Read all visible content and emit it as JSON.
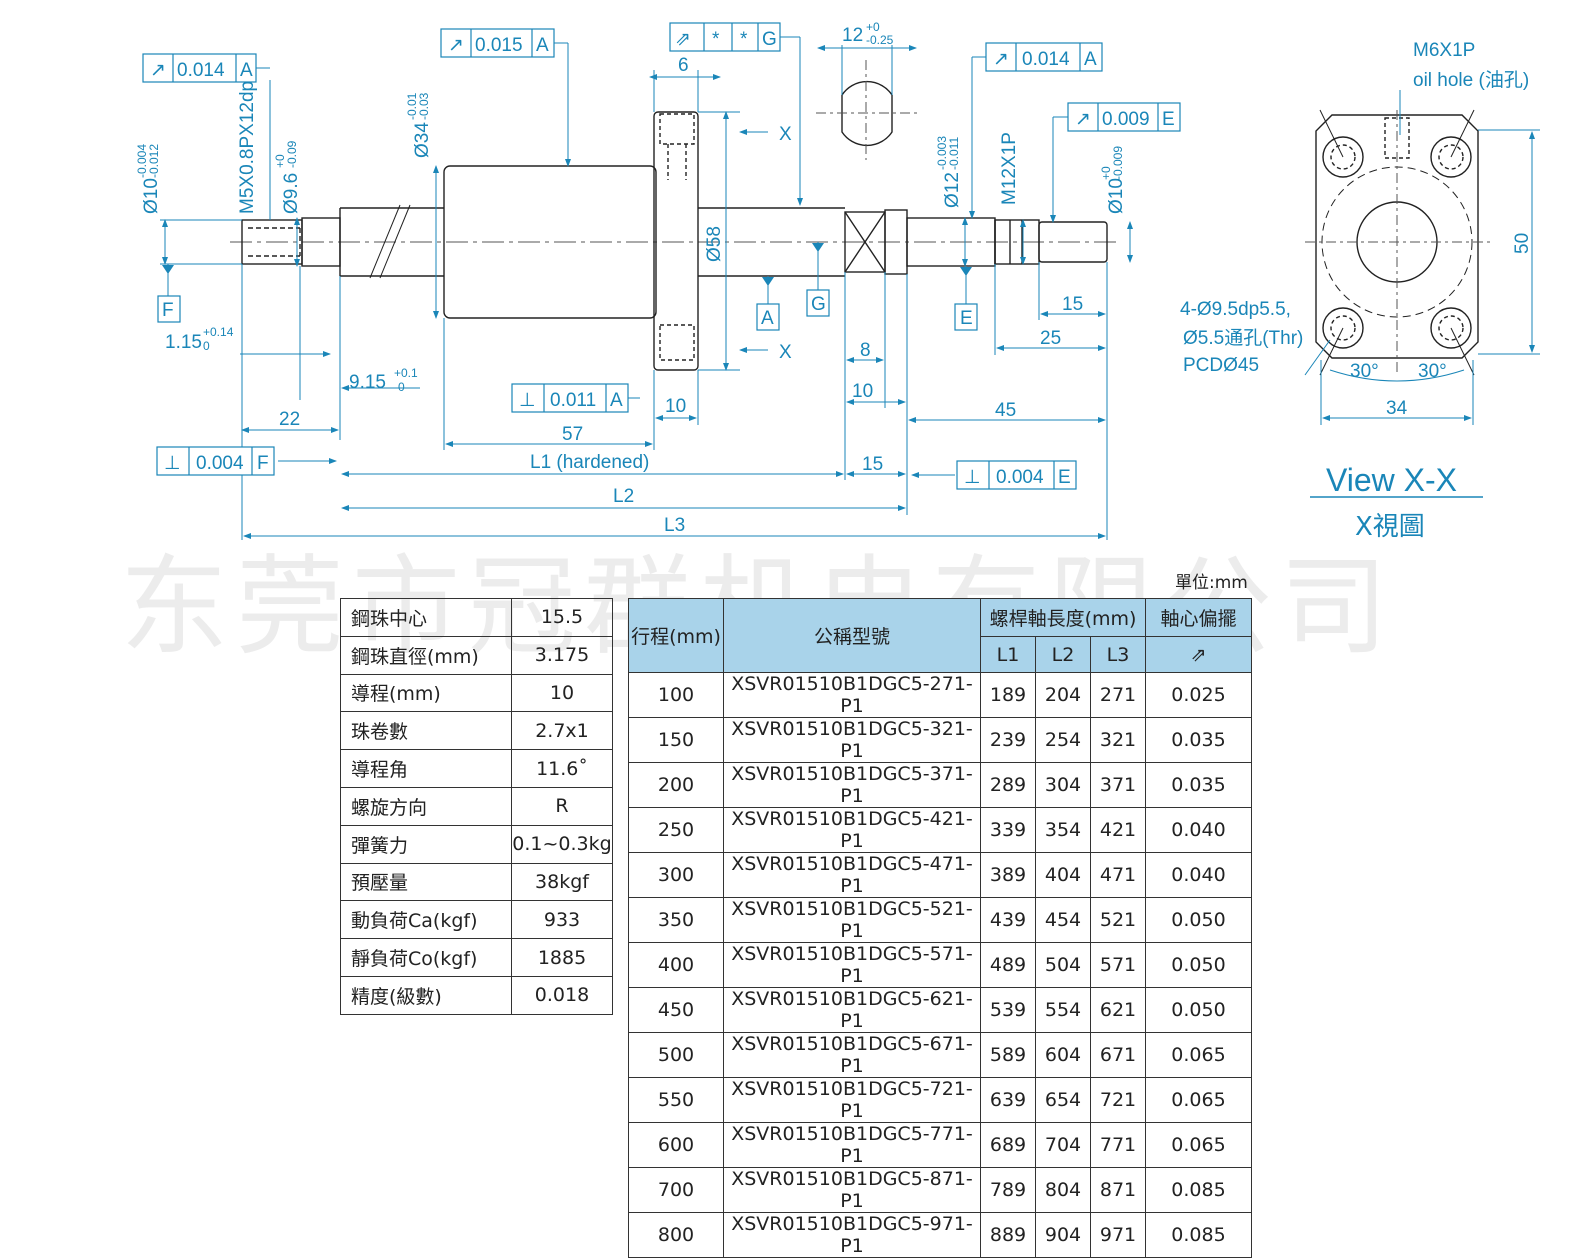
{
  "drawing": {
    "gdt": {
      "f1": {
        "symbol": "↗",
        "value": "0.014",
        "datum": "A"
      },
      "f2": {
        "symbol": "↗",
        "value": "0.015",
        "datum": "A"
      },
      "f3": {
        "symbol": "⇗",
        "value": "*",
        "value2": "*",
        "datum": "G"
      },
      "f4": {
        "symbol": "↗",
        "value": "0.014",
        "datum": "A"
      },
      "f5": {
        "symbol": "↗",
        "value": "0.009",
        "datum": "E"
      },
      "f6": {
        "symbol": "⊥",
        "value": "0.011",
        "datum": "A"
      },
      "f7": {
        "symbol": "⊥",
        "value": "0.004",
        "datum": "F"
      },
      "f8": {
        "symbol": "⊥",
        "value": "0.004",
        "datum": "E"
      }
    },
    "datums": {
      "F": "F",
      "A": "A",
      "G": "G",
      "E": "E"
    },
    "labels": {
      "d10a": "Ø10",
      "d10a_tol_up": "-0.004",
      "d10a_tol_lo": "-0.012",
      "m5": "M5X0.8PX12dp",
      "d96": "Ø9.6",
      "d96_tol_up": "+0",
      "d96_tol_lo": "-0.09",
      "d34": "Ø34",
      "d34_tol_up": "-0.01",
      "d34_tol_lo": "-0.03",
      "six": "6",
      "d58": "Ø58",
      "twelve": "12",
      "twelve_tol_up": "+0",
      "twelve_tol_lo": "-0.25",
      "d12": "Ø12",
      "d12_tol_up": "-0.003",
      "d12_tol_lo": "-0.011",
      "m12": "M12X1P",
      "d10b": "Ø10",
      "d10b_tol_up": "+0",
      "d10b_tol_lo": "-0.009",
      "x_top": "X",
      "x_bot": "X",
      "d115": "1.15",
      "d115_tol_up": "+0.14",
      "d115_tol_lo": "0",
      "d915": "9.15",
      "d915_tol_up": "+0.1",
      "d915_tol_lo": "-0",
      "d22": "22",
      "d57": "57",
      "d10c": "10",
      "d8": "8",
      "d10d": "10",
      "d15a": "15",
      "d25": "25",
      "d45": "45",
      "d15b": "15",
      "l1": "L1 (hardened)",
      "l2": "L2",
      "l3": "L3"
    },
    "view": {
      "oil1": "M6X1P",
      "oil2": "oil hole (油孔)",
      "hole1": "4-Ø9.5dp5.5,",
      "hole2": "Ø5.5通孔(Thr)",
      "hole3": "PCDØ45",
      "a30l": "30°",
      "a30r": "30°",
      "d34": "34",
      "d50": "50",
      "title": "View X-X",
      "subtitle": "X視圖"
    }
  },
  "watermark": "东莞市冠群机电有限公司",
  "unit_note": "單位:mm",
  "spec_table": [
    {
      "k": "鋼珠中心",
      "v": "15.5"
    },
    {
      "k": "鋼珠直徑(mm)",
      "v": "3.175"
    },
    {
      "k": "導程(mm)",
      "v": "10"
    },
    {
      "k": "珠卷數",
      "v": "2.7x1"
    },
    {
      "k": "導程角",
      "v": "11.6˚"
    },
    {
      "k": "螺旋方向",
      "v": "R"
    },
    {
      "k": "彈簧力",
      "v": "0.1~0.3kg"
    },
    {
      "k": "預壓量",
      "v": "38kgf"
    },
    {
      "k": "動負荷Ca(kgf)",
      "v": "933"
    },
    {
      "k": "靜負荷Co(kgf)",
      "v": "1885"
    },
    {
      "k": "精度(級數)",
      "v": "0.018"
    }
  ],
  "model_table": {
    "headers": {
      "stroke": "行程(mm)",
      "model": "公稱型號",
      "length": "螺桿軸長度(mm)",
      "runout": "軸心偏擺",
      "l1": "L1",
      "l2": "L2",
      "l3": "L3",
      "runout_sym": "⇗"
    },
    "rows": [
      [
        "100",
        "XSVR01510B1DGC5-271-P1",
        "189",
        "204",
        "271",
        "0.025"
      ],
      [
        "150",
        "XSVR01510B1DGC5-321-P1",
        "239",
        "254",
        "321",
        "0.035"
      ],
      [
        "200",
        "XSVR01510B1DGC5-371-P1",
        "289",
        "304",
        "371",
        "0.035"
      ],
      [
        "250",
        "XSVR01510B1DGC5-421-P1",
        "339",
        "354",
        "421",
        "0.040"
      ],
      [
        "300",
        "XSVR01510B1DGC5-471-P1",
        "389",
        "404",
        "471",
        "0.040"
      ],
      [
        "350",
        "XSVR01510B1DGC5-521-P1",
        "439",
        "454",
        "521",
        "0.050"
      ],
      [
        "400",
        "XSVR01510B1DGC5-571-P1",
        "489",
        "504",
        "571",
        "0.050"
      ],
      [
        "450",
        "XSVR01510B1DGC5-621-P1",
        "539",
        "554",
        "621",
        "0.050"
      ],
      [
        "500",
        "XSVR01510B1DGC5-671-P1",
        "589",
        "604",
        "671",
        "0.065"
      ],
      [
        "550",
        "XSVR01510B1DGC5-721-P1",
        "639",
        "654",
        "721",
        "0.065"
      ],
      [
        "600",
        "XSVR01510B1DGC5-771-P1",
        "689",
        "704",
        "771",
        "0.065"
      ],
      [
        "700",
        "XSVR01510B1DGC5-871-P1",
        "789",
        "804",
        "871",
        "0.085"
      ],
      [
        "800",
        "XSVR01510B1DGC5-971-P1",
        "889",
        "904",
        "971",
        "0.085"
      ]
    ]
  }
}
